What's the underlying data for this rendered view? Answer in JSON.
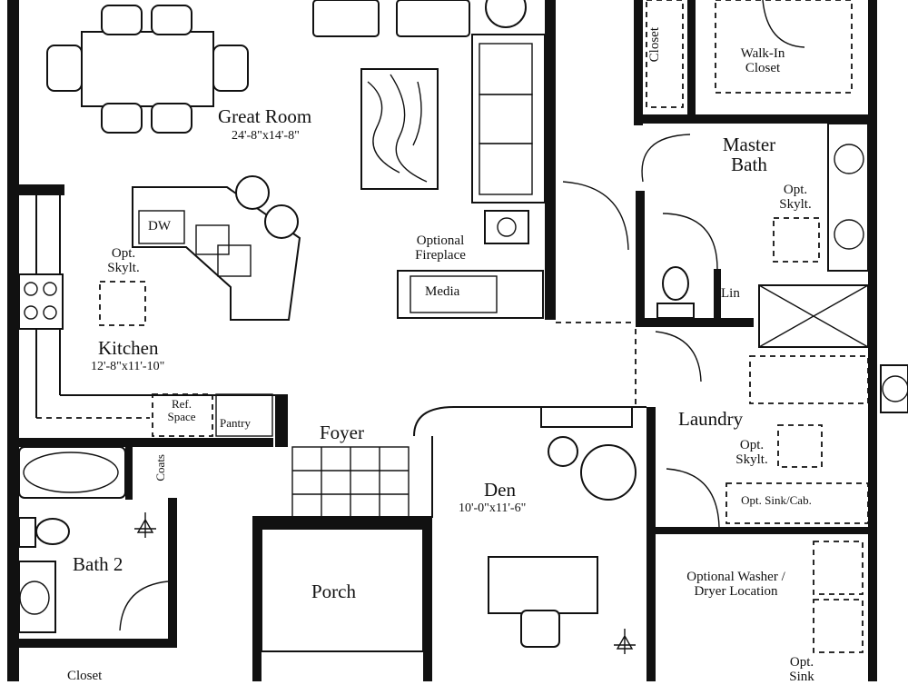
{
  "rooms": {
    "great_room": {
      "name": "Great Room",
      "dims": "24'-8\"x14'-8\""
    },
    "kitchen": {
      "name": "Kitchen",
      "dims": "12'-8\"x11'-10\""
    },
    "den": {
      "name": "Den",
      "dims": "10'-0\"x11'-6\""
    },
    "master_bath": {
      "name": "Master Bath"
    },
    "laundry": {
      "name": "Laundry"
    },
    "bath2": {
      "name": "Bath 2"
    },
    "porch": {
      "name": "Porch"
    },
    "foyer": {
      "name": "Foyer"
    },
    "walk_in_closet": {
      "name": "Walk-In Closet"
    },
    "closet_top": {
      "name": "Closet"
    },
    "closet_bottom": {
      "name": "Closet"
    }
  },
  "features": {
    "dw": "DW",
    "opt_skylight": "Opt. Skylt.",
    "optional_fireplace": "Optional Fireplace",
    "media": "Media",
    "lin": "Lin",
    "ref_space": "Ref. Space",
    "pantry": "Pantry",
    "coats": "Coats",
    "opt_sink_cab": "Opt. Sink/Cab.",
    "optional_washer_dryer": "Optional Washer / Dryer Location",
    "opt_sink": "Opt. Sink"
  }
}
